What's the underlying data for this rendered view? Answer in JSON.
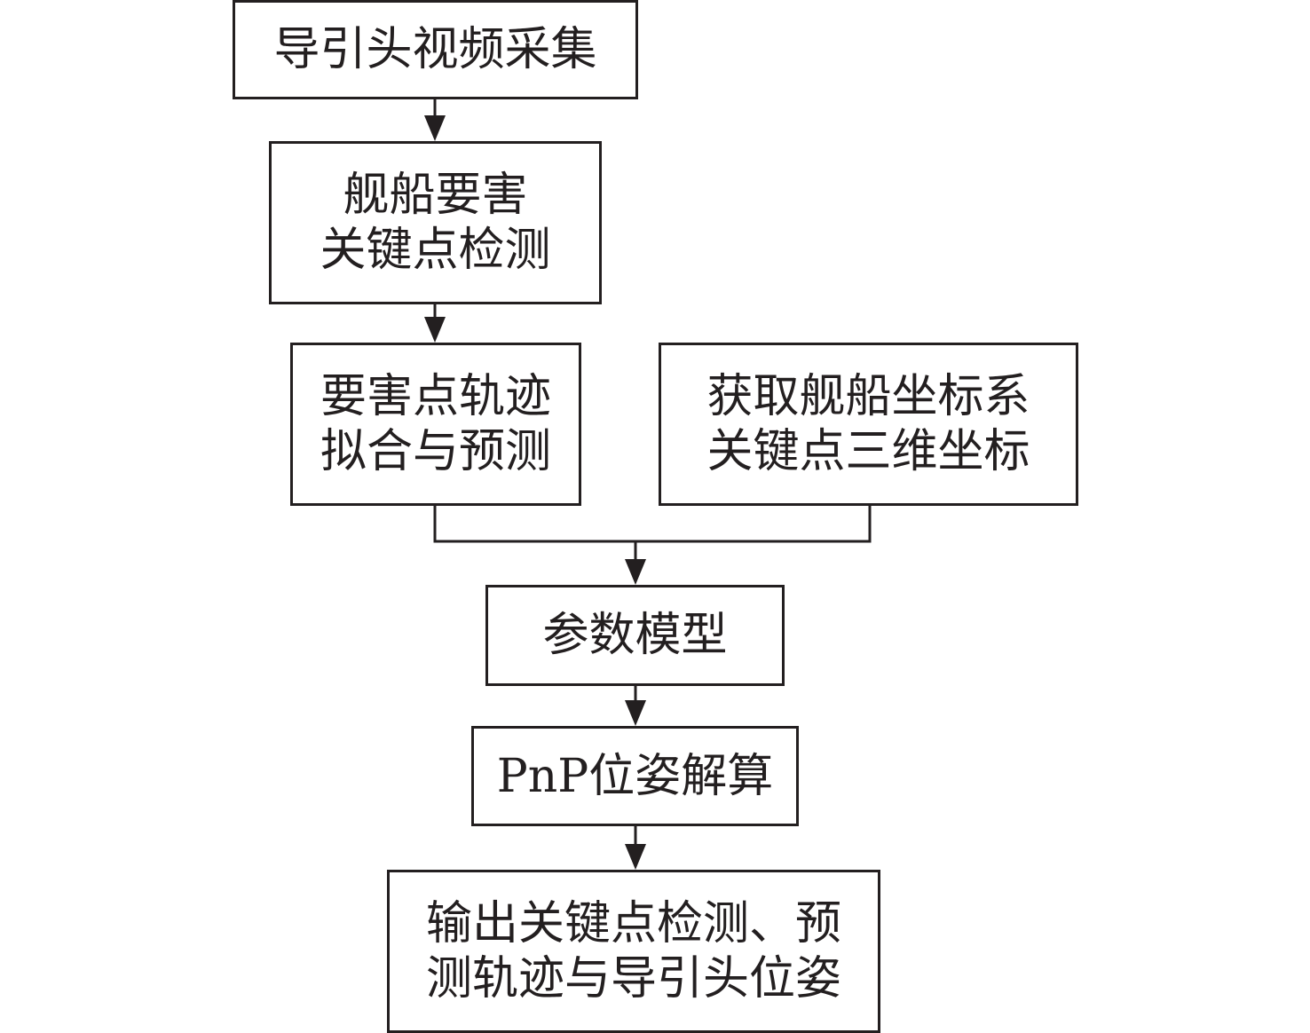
{
  "nodes": {
    "video_capture": {
      "lines": [
        "导引头视频采集"
      ]
    },
    "keypoint_detection": {
      "lines": [
        "舰船要害",
        "关键点检测"
      ]
    },
    "trajectory_fit": {
      "lines": [
        "要害点轨迹",
        "拟合与预测"
      ]
    },
    "ship_coords": {
      "lines": [
        "获取舰船坐标系",
        "关键点三维坐标"
      ]
    },
    "param_model": {
      "lines": [
        "参数模型"
      ]
    },
    "pnp_solve": {
      "lines": [
        "PnP位姿解算"
      ]
    },
    "output": {
      "lines": [
        "输出关键点检测、预",
        "测轨迹与导引头位姿"
      ]
    }
  },
  "edges": [
    {
      "from": "video_capture",
      "to": "keypoint_detection"
    },
    {
      "from": "keypoint_detection",
      "to": "trajectory_fit"
    },
    {
      "from": "trajectory_fit",
      "to": "param_model"
    },
    {
      "from": "ship_coords",
      "to": "param_model"
    },
    {
      "from": "param_model",
      "to": "pnp_solve"
    },
    {
      "from": "pnp_solve",
      "to": "output"
    }
  ],
  "colors": {
    "stroke": "#231f20",
    "text": "#231f20",
    "background": "#ffffff"
  }
}
